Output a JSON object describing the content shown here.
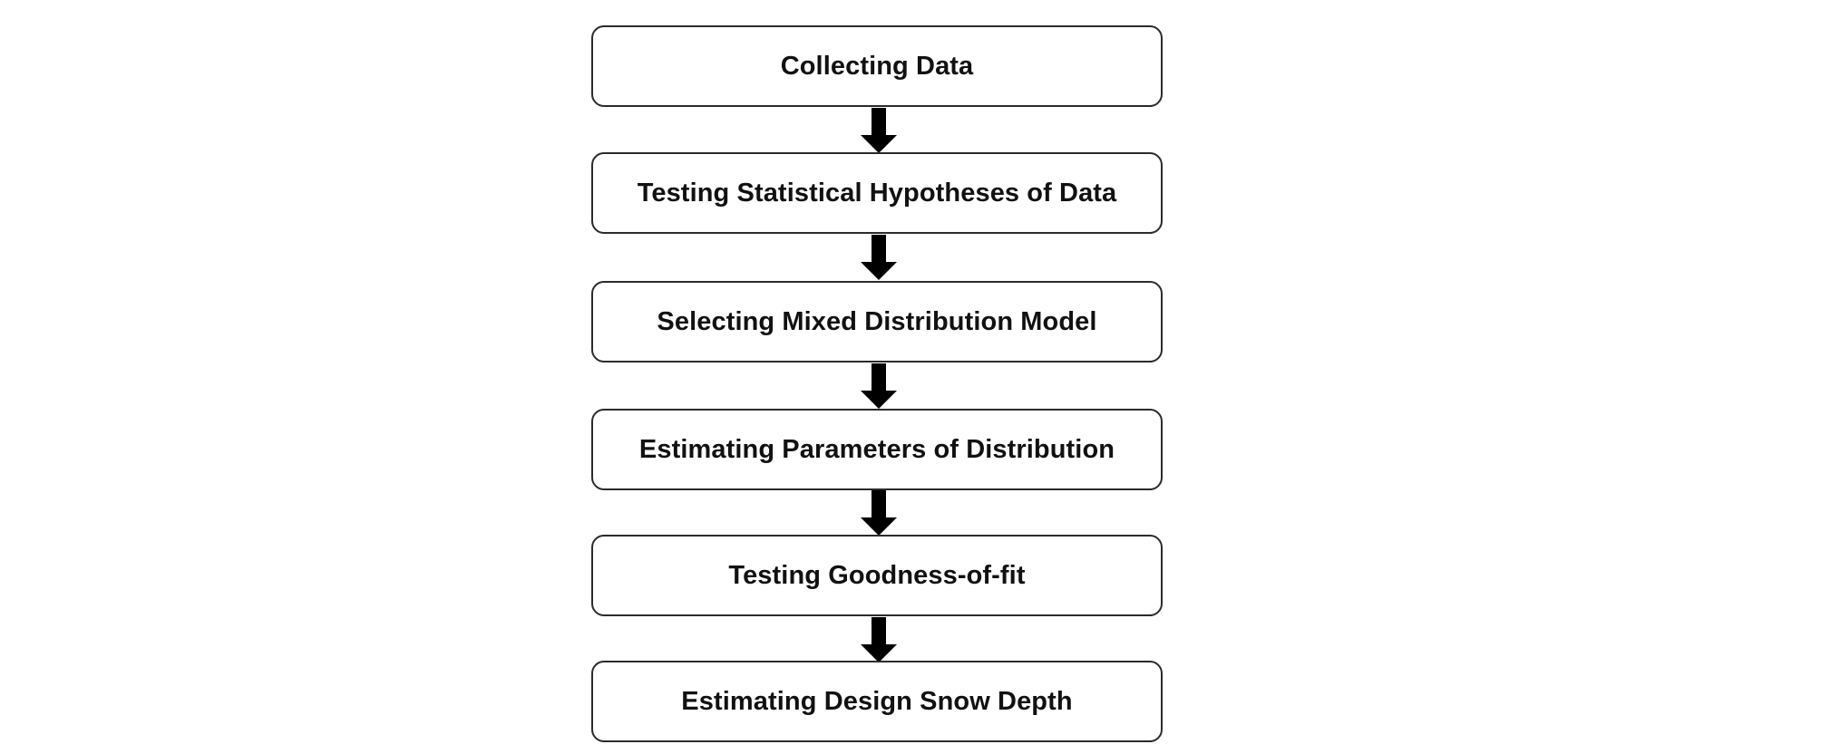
{
  "flowchart": {
    "steps": [
      {
        "label": "Collecting Data"
      },
      {
        "label": "Testing Statistical Hypotheses of Data"
      },
      {
        "label": "Selecting Mixed Distribution Model"
      },
      {
        "label": "Estimating Parameters of Distribution"
      },
      {
        "label": "Testing Goodness-of-fit"
      },
      {
        "label": "Estimating Design Snow Depth"
      }
    ],
    "colors": {
      "box_border": "#2b2b2b",
      "arrow": "#000000",
      "text": "#111111",
      "background": "#ffffff"
    }
  }
}
